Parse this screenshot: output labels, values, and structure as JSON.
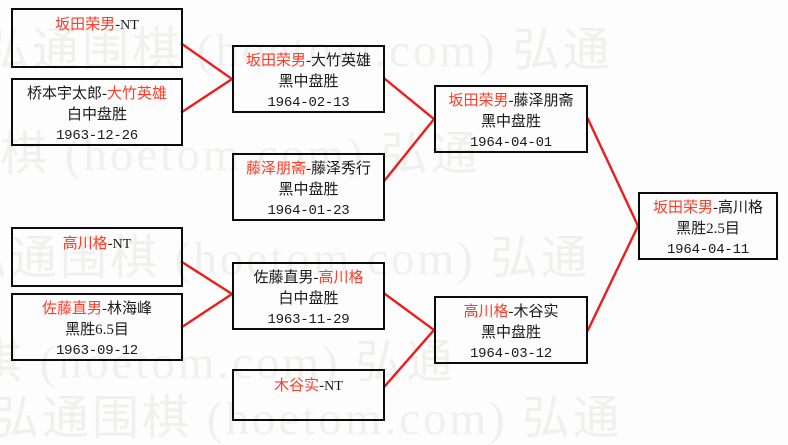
{
  "meta": {
    "background_color": "#fdfdfd",
    "box_border_color": "#0b0b0b",
    "connector_color": "#ee1c1c",
    "winner_color": "#ff3c28",
    "loser_color": "#1a1a1a"
  },
  "watermark": {
    "rows": [
      "弘通围棋 (hoetom.com) 弘通",
      "弘通围棋 (hoetom.com) 弘通",
      "弘通围棋 (hoetom.com) 弘通",
      "弘通围棋 (hoetom.com) 弘通",
      "弘通围棋 (hoetom.com) 弘通"
    ]
  },
  "bracket": {
    "rounds": [
      {
        "name": "round-1",
        "matches": [
          {
            "id": "r1m1",
            "winner": "坂田荣男",
            "separator": "-",
            "loser": "NT",
            "result": "",
            "date": "",
            "bye": true
          },
          {
            "id": "r1m2",
            "winner": "大竹英雄",
            "separator": "-",
            "loser": "桥本宇太郎",
            "players_left": "桥本宇太郎",
            "players_right": "大竹英雄",
            "left_is_winner": false,
            "result": "白中盘胜",
            "date": "1963-12-26",
            "bye": false
          },
          {
            "id": "r1m3",
            "winner": "高川格",
            "separator": "-",
            "loser": "NT",
            "result": "",
            "date": "",
            "bye": true
          },
          {
            "id": "r1m4",
            "winner": "佐藤直男",
            "separator": "-",
            "loser": "林海峰",
            "players_left": "佐藤直男",
            "players_right": "林海峰",
            "left_is_winner": true,
            "result": "黑胜6.5目",
            "date": "1963-09-12",
            "bye": false
          }
        ]
      },
      {
        "name": "round-2",
        "matches": [
          {
            "id": "r2m1",
            "players_left": "坂田荣男",
            "players_right": "大竹英雄",
            "left_is_winner": true,
            "result": "黑中盘胜",
            "date": "1964-02-13",
            "bye": false
          },
          {
            "id": "r2m2",
            "players_left": "藤泽朋斋",
            "players_right": "藤泽秀行",
            "left_is_winner": true,
            "result": "黑中盘胜",
            "date": "1964-01-23",
            "bye": false
          },
          {
            "id": "r2m3",
            "players_left": "佐藤直男",
            "players_right": "高川格",
            "left_is_winner": false,
            "result": "白中盘胜",
            "date": "1963-11-29",
            "bye": false
          },
          {
            "id": "r2m4",
            "players_left": "木谷实",
            "players_right": "NT",
            "left_is_winner": true,
            "result": "",
            "date": "",
            "bye": true
          }
        ]
      },
      {
        "name": "round-3",
        "matches": [
          {
            "id": "r3m1",
            "players_left": "坂田荣男",
            "players_right": "藤泽朋斋",
            "left_is_winner": true,
            "result": "黑中盘胜",
            "date": "1964-04-01",
            "bye": false
          },
          {
            "id": "r3m2",
            "players_left": "高川格",
            "players_right": "木谷实",
            "left_is_winner": true,
            "result": "黑中盘胜",
            "date": "1964-03-12",
            "bye": false
          }
        ]
      },
      {
        "name": "final",
        "matches": [
          {
            "id": "r4m1",
            "players_left": "坂田荣男",
            "players_right": "高川格",
            "left_is_winner": true,
            "result": "黑胜2.5目",
            "date": "1964-04-11",
            "bye": false
          }
        ]
      }
    ]
  }
}
